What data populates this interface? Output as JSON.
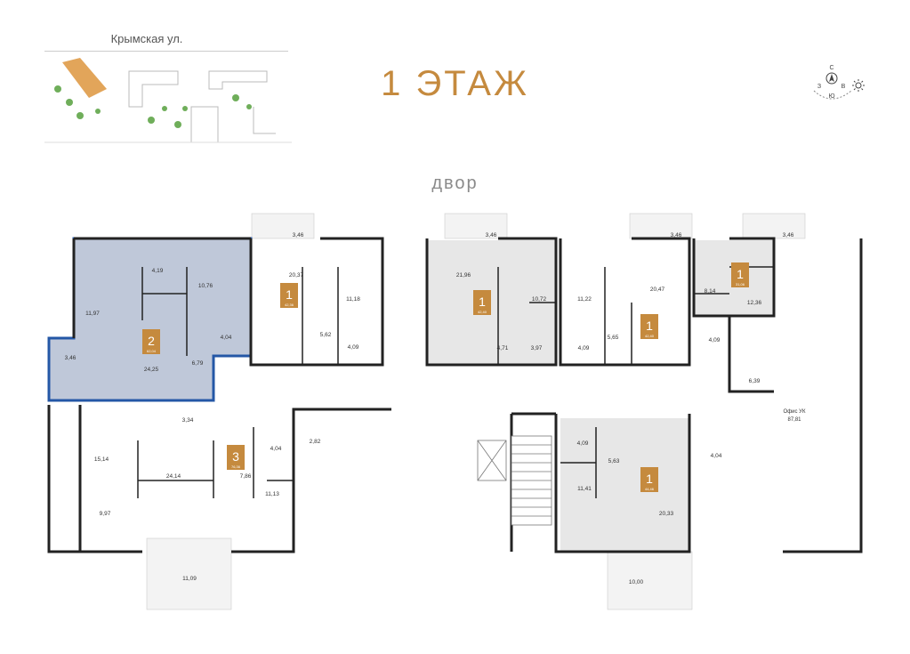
{
  "street_label": "Крымская ул.",
  "floor_title": "1 ЭТАЖ",
  "yard_label": "двор",
  "compass": {
    "north": "С",
    "east": "В",
    "south": "Ю",
    "west": "З"
  },
  "colors": {
    "accent": "#c58a3e",
    "selected_fill": "#a9b6cc",
    "selected_border": "#2457a6",
    "wall": "#222222"
  },
  "apartments": [
    {
      "id": "apt-a",
      "rooms": "2",
      "area": "62,04",
      "selected": true
    },
    {
      "id": "apt-b",
      "rooms": "1",
      "area": "42,36",
      "selected": false
    },
    {
      "id": "apt-c",
      "rooms": "1",
      "area": "42,40",
      "selected": false
    },
    {
      "id": "apt-d",
      "rooms": "1",
      "area": "42,40",
      "selected": false
    },
    {
      "id": "apt-e",
      "rooms": "1",
      "area": "31,06",
      "selected": false
    },
    {
      "id": "apt-f",
      "rooms": "3",
      "area": "76,36",
      "selected": false
    },
    {
      "id": "apt-g",
      "rooms": "1",
      "area": "44,46",
      "selected": false
    }
  ],
  "office": {
    "label": "Офис УК",
    "area": "87,81"
  },
  "room_areas": {
    "a1": "4,19",
    "a2": "10,76",
    "a3": "11,97",
    "a4": "4,04",
    "a5": "24,25",
    "a6": "6,79",
    "a7": "3,46",
    "b1": "3,46",
    "b2": "20,37",
    "b3": "11,18",
    "b4": "5,62",
    "b5": "4,09",
    "c1": "3,46",
    "c2": "21,96",
    "c3": "10,72",
    "c4": "4,71",
    "c5": "3,97",
    "d1": "11,22",
    "d2": "4,09",
    "d3": "5,65",
    "d4": "3,46",
    "d5": "20,47",
    "e1": "3,46",
    "e2": "8,14",
    "e3": "12,36",
    "e4": "4,09",
    "e5": "6,39",
    "f1": "3,34",
    "f2": "15,14",
    "f3": "24,14",
    "f4": "4,04",
    "f5": "7,86",
    "f6": "2,82",
    "f7": "11,13",
    "f8": "9,97",
    "f9": "11,09",
    "g1": "4,09",
    "g2": "5,63",
    "g3": "11,41",
    "g4": "20,33",
    "g5": "10,00",
    "g6": "4,04"
  }
}
